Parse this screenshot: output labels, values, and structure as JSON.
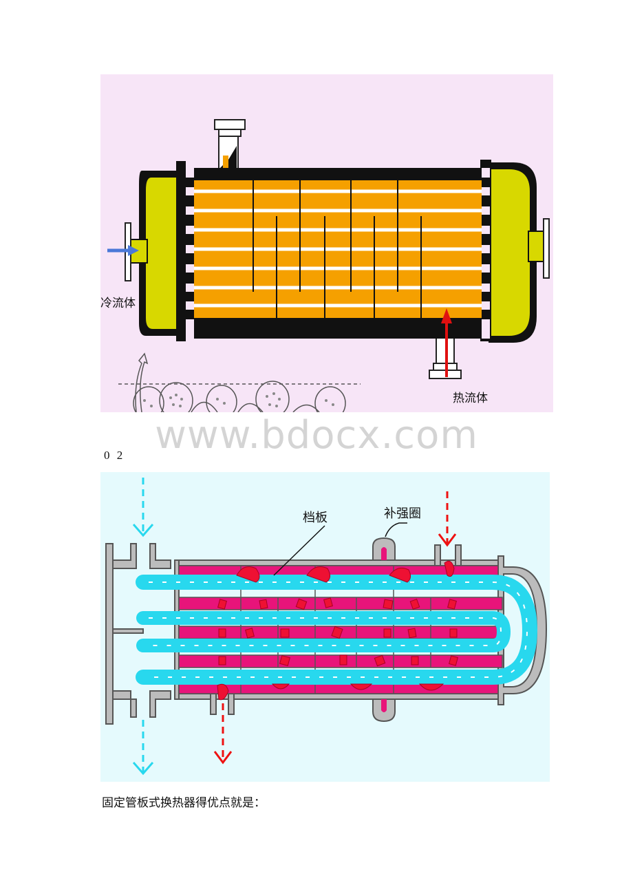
{
  "figure1": {
    "cold_fluid_label": "冷流体",
    "hot_fluid_label": "热流体",
    "colors": {
      "background": "#f7e5f7",
      "tubes": "#f5a000",
      "heads": "#d8d800",
      "shell": "#111111",
      "cold_arrow": "#4a78d8",
      "hot_arrow": "#e01010"
    }
  },
  "watermark": "www.bdocx.com",
  "figure_number": "0 2",
  "figure2": {
    "baffle_label": "档板",
    "reinforcing_ring_label": "补强圈",
    "colors": {
      "background": "#e5fafd",
      "tubes": "#e8147a",
      "flow": "#28d8ee",
      "shell": "#888888",
      "hot_arrow": "#ee1111"
    }
  },
  "caption": "固定管板式换热器得优点就是："
}
